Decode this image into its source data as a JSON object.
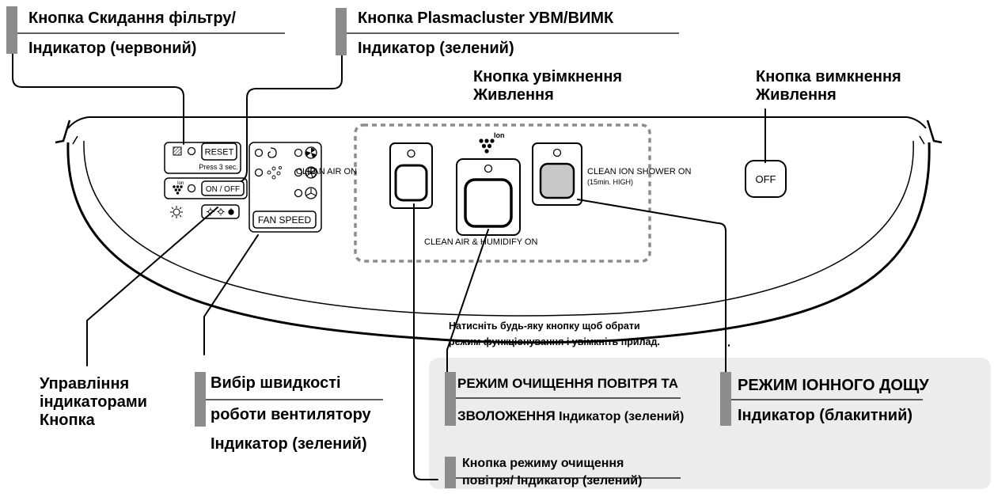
{
  "labels": {
    "filter_reset_line1": "Кнопка Скидання фільтру/",
    "filter_reset_line2": "Індикатор (червоний)",
    "plasmacluster_line1": "Кнопка Plasmacluster УВМ/ВИМК",
    "plasmacluster_line2": "Індикатор (зелений)",
    "power_on_line1": "Кнопка увімкнення",
    "power_on_line2": "Живлення",
    "power_off_line1": "Кнопка вимкнення",
    "power_off_line2": "Живлення",
    "indicator_ctrl_line1": "Управління",
    "indicator_ctrl_line2": "індикаторами",
    "indicator_ctrl_line3": "Кнопка",
    "fan_speed_line1": "Вибір швидкості",
    "fan_speed_line2": "роботи вентилятору",
    "fan_speed_line3": "Індикатор (зелений)",
    "instruction_line1": "Натисніть будь-яку кнопку щоб обрати",
    "instruction_line2": "режим функціонування і увімкніть прилад.",
    "humidify_mode_line1": "РЕЖИМ ОЧИЩЕННЯ ПОВІТРЯ ТА",
    "humidify_mode_line2a": "ЗВОЛОЖЕННЯ",
    "humidify_mode_line2b": " Індикатор (зелений)",
    "clean_air_mode_line1": "Кнопка режиму очищення",
    "clean_air_mode_line2": "повітря/ Індикатор (зелений)",
    "ion_shower_line1": "РЕЖИМ ІОННОГО ДОЩУ",
    "ion_shower_line2": "Індикатор (блакитний)"
  },
  "panel": {
    "reset_button": "RESET",
    "reset_hint": "Press 3 sec.",
    "onoff_button": "ON / OFF",
    "ion_label": "Ion",
    "fan_speed_button": "FAN SPEED",
    "clean_air_on": "CLEAN AIR ON",
    "clean_air_humidify_on": "CLEAN AIR &  HUMIDIFY ON",
    "clean_ion_shower_on": "CLEAN ION SHOWER ON",
    "clean_ion_shower_hint": "(15min. HIGH)",
    "off_button": "OFF"
  },
  "colors": {
    "marker": "#8c8c8c",
    "callout_box": "#ececec",
    "dotted_frame": "#8c8c8c",
    "ion_button_fill": "#c8c8c8"
  }
}
